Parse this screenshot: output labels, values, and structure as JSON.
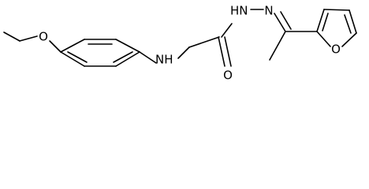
{
  "molecule": {
    "atom_labels": {
      "ether_oxygen": "O",
      "amine_nh": "NH",
      "carbonyl_oxygen": "O",
      "hydrazide_nh": "HN",
      "imine_n": "N",
      "furan_oxygen": "O"
    },
    "colors": {
      "bond": "#000000",
      "label": "#000000",
      "background": "#ffffff"
    }
  }
}
